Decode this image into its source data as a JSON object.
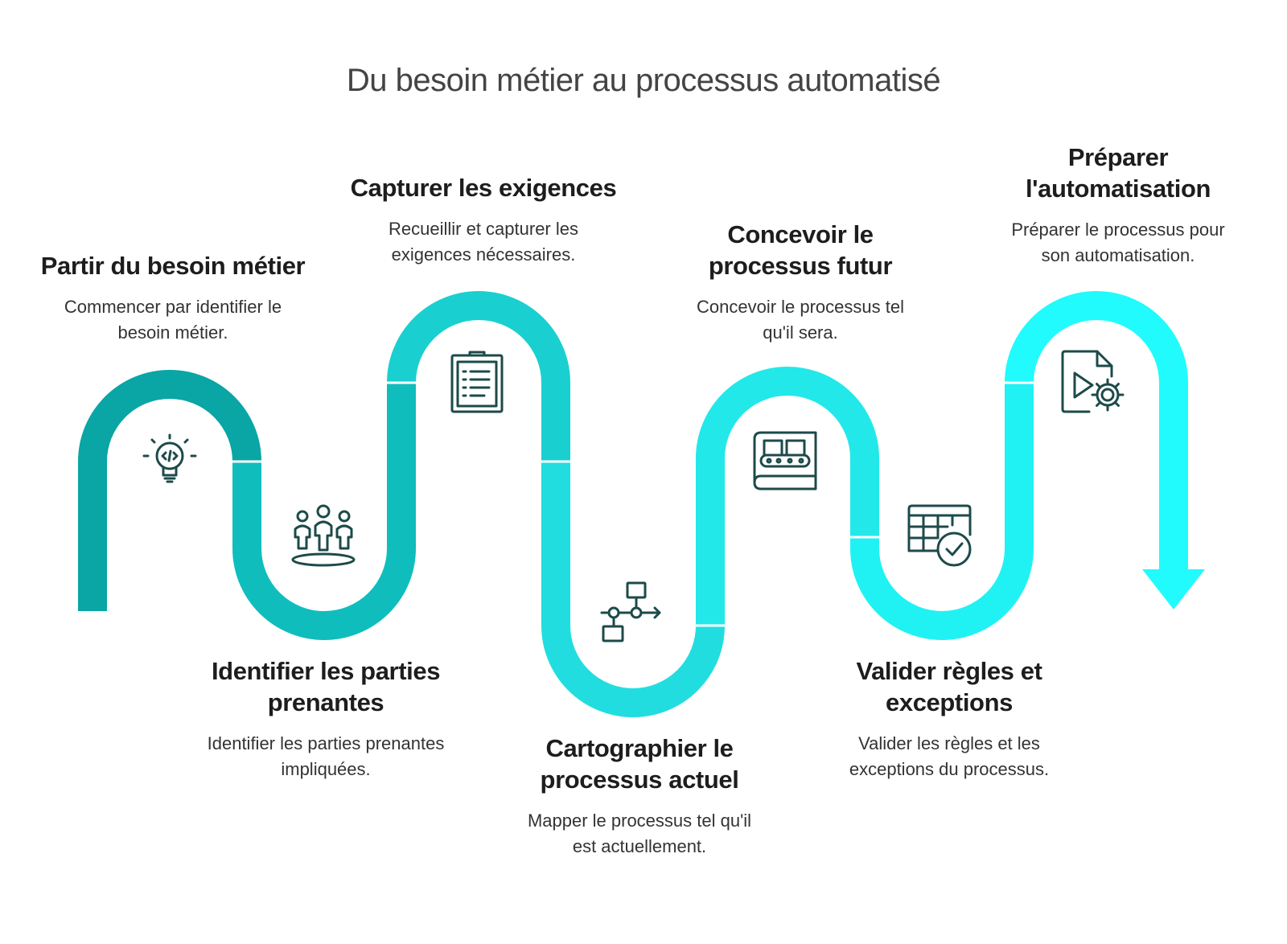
{
  "title": "Du besoin métier au processus automatisé",
  "colors": {
    "segments": [
      "#0aa5a5",
      "#10bdbd",
      "#1acfd0",
      "#22dddf",
      "#22e8ea",
      "#20f2f4",
      "#21fbfd"
    ],
    "icon_stroke": "#1d4a4a",
    "title_text": "#444444",
    "step_title_text": "#1d1d1d",
    "step_desc_text": "#333333"
  },
  "steps": [
    {
      "title": "Partir du besoin métier",
      "description": "Commencer par identifier le\nbesoin métier.",
      "icon": "lightbulb-code-icon"
    },
    {
      "title": "Identifier les parties\nprenantes",
      "description": "Identifier les parties prenantes\nimpliquées.",
      "icon": "stakeholders-group-icon"
    },
    {
      "title": "Capturer les exigences",
      "description": "Recueillir et capturer les\nexigences nécessaires.",
      "icon": "clipboard-list-icon"
    },
    {
      "title": "Cartographier le\nprocessus actuel",
      "description": "Mapper le processus tel qu'il\nest actuellement.",
      "icon": "flowchart-icon"
    },
    {
      "title": "Concevoir le\nprocessus futur",
      "description": "Concevoir le processus tel\nqu'il sera.",
      "icon": "conveyor-blueprint-icon"
    },
    {
      "title": "Valider règles et\nexceptions",
      "description": "Valider les règles et les\nexceptions du processus.",
      "icon": "table-check-icon"
    },
    {
      "title": "Préparer\nl'automatisation",
      "description": "Préparer le processus pour\nson automatisation.",
      "icon": "file-play-gear-icon"
    }
  ]
}
